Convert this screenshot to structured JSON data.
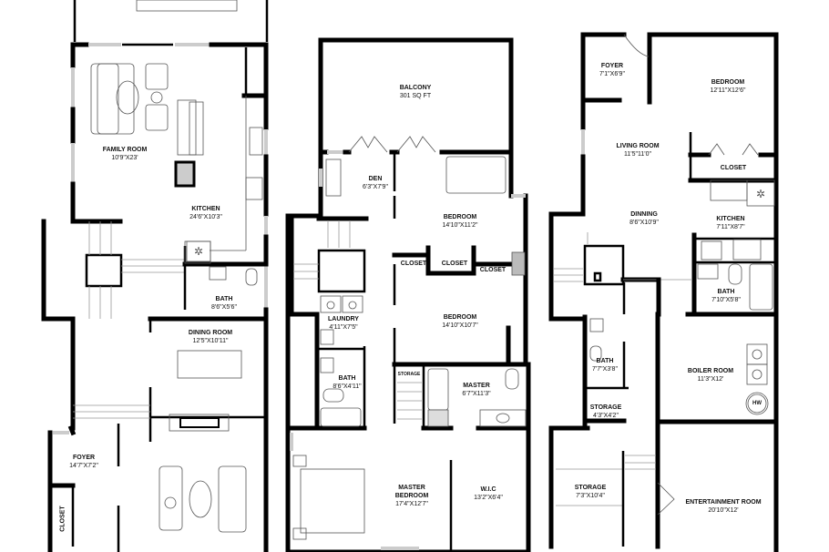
{
  "floor_plan": {
    "left_floor": {
      "rooms": [
        {
          "name": "FAMILY ROOM",
          "dims": "10'9\"X23'"
        },
        {
          "name": "KITCHEN",
          "dims": "24'6\"X10'3\""
        },
        {
          "name": "BATH",
          "dims": "8'6\"X5'6\""
        },
        {
          "name": "DINING ROOM",
          "dims": "12'5\"X10'11\""
        },
        {
          "name": "FOYER",
          "dims": "14'7\"X7'2\""
        },
        {
          "name": "CLOSET",
          "dims": ""
        }
      ]
    },
    "middle_floor": {
      "rooms": [
        {
          "name": "BALCONY",
          "dims": "301 SQ FT"
        },
        {
          "name": "DEN",
          "dims": "6'3\"X7'9\""
        },
        {
          "name": "BEDROOM",
          "dims": "14'10\"X11'2\""
        },
        {
          "name": "CLOSET",
          "dims": ""
        },
        {
          "name": "CLOSET",
          "dims": ""
        },
        {
          "name": "CLOSET",
          "dims": ""
        },
        {
          "name": "BEDROOM",
          "dims": "14'10\"X10'7\""
        },
        {
          "name": "LAUNDRY",
          "dims": "4'11\"X7'5\""
        },
        {
          "name": "BATH",
          "dims": "8'6\"X4'11\""
        },
        {
          "name": "STORAGE",
          "dims": ""
        },
        {
          "name": "MASTER BATH",
          "dims": "6'7\"X11'3\""
        },
        {
          "name": "MASTER BEDROOM",
          "dims": "17'4\"X12'7\""
        },
        {
          "name": "W.I.C",
          "dims": "13'2\"X6'4\""
        }
      ]
    },
    "right_floor": {
      "rooms": [
        {
          "name": "FOYER",
          "dims": "7'1\"X6'9\""
        },
        {
          "name": "BEDROOM",
          "dims": "12'11\"X12'6\""
        },
        {
          "name": "LIVING ROOM",
          "dims": "11'5\"11'0\""
        },
        {
          "name": "CLOSET",
          "dims": ""
        },
        {
          "name": "DINNING",
          "dims": "8'6\"X10'9\""
        },
        {
          "name": "KITCHEN",
          "dims": "7'11\"X8'7\""
        },
        {
          "name": "BATH",
          "dims": "7'10\"X5'8\""
        },
        {
          "name": "BATH",
          "dims": "7'7\"X3'8\""
        },
        {
          "name": "BOILER ROOM",
          "dims": "11'3\"X12'"
        },
        {
          "name": "STORAGE",
          "dims": "4'3\"X4'2\""
        },
        {
          "name": "STORAGE",
          "dims": "7'3\"X10'4\""
        },
        {
          "name": "ENTERTAINMENT ROOM",
          "dims": "20'10\"X12'"
        }
      ],
      "fixtures": {
        "water_heater": "HW"
      }
    }
  }
}
